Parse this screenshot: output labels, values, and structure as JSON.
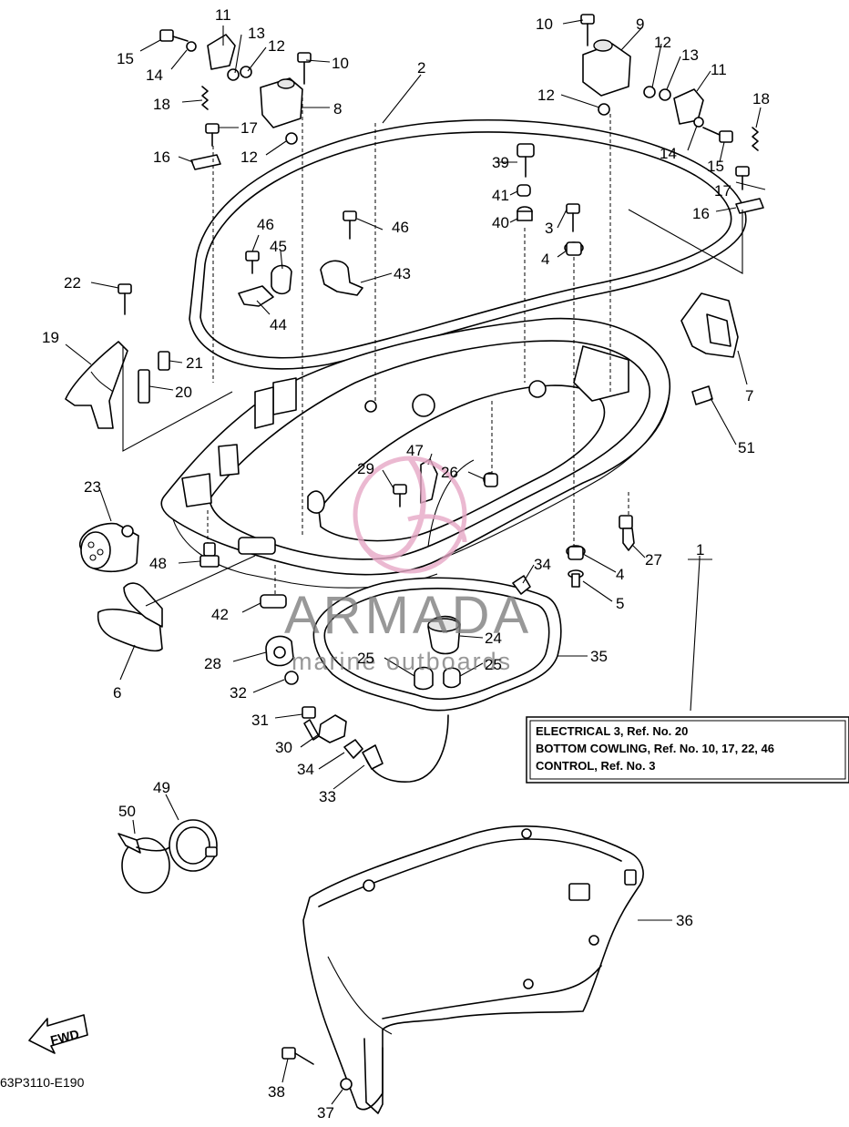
{
  "callouts": [
    {
      "id": "c11a",
      "label": "11"
    },
    {
      "id": "c13a",
      "label": "13"
    },
    {
      "id": "c15a",
      "label": "15"
    },
    {
      "id": "c14a",
      "label": "14"
    },
    {
      "id": "c12a",
      "label": "12"
    },
    {
      "id": "c10a",
      "label": "10"
    },
    {
      "id": "c18a",
      "label": "18"
    },
    {
      "id": "c8",
      "label": "8"
    },
    {
      "id": "c17a",
      "label": "17"
    },
    {
      "id": "c12b",
      "label": "12"
    },
    {
      "id": "c16a",
      "label": "16"
    },
    {
      "id": "c2",
      "label": "2"
    },
    {
      "id": "c10b",
      "label": "10"
    },
    {
      "id": "c9",
      "label": "9"
    },
    {
      "id": "c12c",
      "label": "12"
    },
    {
      "id": "c13b",
      "label": "13"
    },
    {
      "id": "c11b",
      "label": "11"
    },
    {
      "id": "c12d",
      "label": "12"
    },
    {
      "id": "c18b",
      "label": "18"
    },
    {
      "id": "c14b",
      "label": "14"
    },
    {
      "id": "c15b",
      "label": "15"
    },
    {
      "id": "c39",
      "label": "39"
    },
    {
      "id": "c17b",
      "label": "17"
    },
    {
      "id": "c41",
      "label": "41"
    },
    {
      "id": "c16b",
      "label": "16"
    },
    {
      "id": "c40",
      "label": "40"
    },
    {
      "id": "c3",
      "label": "3"
    },
    {
      "id": "c46a",
      "label": "46"
    },
    {
      "id": "c46b",
      "label": "46"
    },
    {
      "id": "c45",
      "label": "45"
    },
    {
      "id": "c4a",
      "label": "4"
    },
    {
      "id": "c43",
      "label": "43"
    },
    {
      "id": "c22",
      "label": "22"
    },
    {
      "id": "c44",
      "label": "44"
    },
    {
      "id": "c19",
      "label": "19"
    },
    {
      "id": "c21",
      "label": "21"
    },
    {
      "id": "c7",
      "label": "7"
    },
    {
      "id": "c20",
      "label": "20"
    },
    {
      "id": "c51",
      "label": "51"
    },
    {
      "id": "c23",
      "label": "23"
    },
    {
      "id": "c47",
      "label": "47"
    },
    {
      "id": "c29",
      "label": "29"
    },
    {
      "id": "c26",
      "label": "26"
    },
    {
      "id": "c27",
      "label": "27"
    },
    {
      "id": "c1",
      "label": "1"
    },
    {
      "id": "c48",
      "label": "48"
    },
    {
      "id": "c34a",
      "label": "34"
    },
    {
      "id": "c4b",
      "label": "4"
    },
    {
      "id": "c5",
      "label": "5"
    },
    {
      "id": "c42",
      "label": "42"
    },
    {
      "id": "c24",
      "label": "24"
    },
    {
      "id": "c28",
      "label": "28"
    },
    {
      "id": "c25a",
      "label": "25"
    },
    {
      "id": "c25b",
      "label": "25"
    },
    {
      "id": "c35",
      "label": "35"
    },
    {
      "id": "c6",
      "label": "6"
    },
    {
      "id": "c32",
      "label": "32"
    },
    {
      "id": "c31",
      "label": "31"
    },
    {
      "id": "c30",
      "label": "30"
    },
    {
      "id": "c34b",
      "label": "34"
    },
    {
      "id": "c33",
      "label": "33"
    },
    {
      "id": "c49",
      "label": "49"
    },
    {
      "id": "c50",
      "label": "50"
    },
    {
      "id": "c36",
      "label": "36"
    },
    {
      "id": "c38",
      "label": "38"
    },
    {
      "id": "c37",
      "label": "37"
    }
  ],
  "reference_box": {
    "lines": [
      "ELECTRICAL 3,  Ref. No. 20",
      "BOTTOM COWLING,  Ref. No. 10, 17, 22, 46",
      "CONTROL, Ref. No. 3"
    ]
  },
  "fwd_label": "FWD",
  "diagram_code": "63P3110-E190",
  "watermark": {
    "brand": "ARMADA",
    "tagline": "marine outboards",
    "logo_color": "#e7a8c6"
  }
}
